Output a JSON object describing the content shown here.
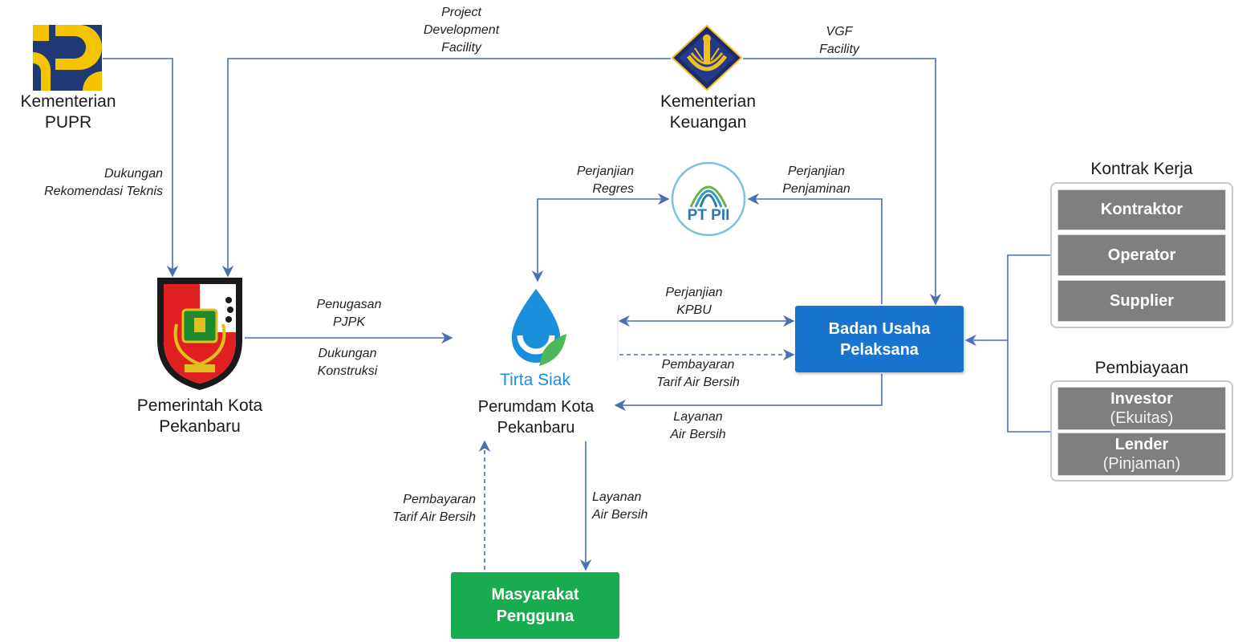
{
  "entities": {
    "pupr": {
      "line1": "Kementerian",
      "line2": "PUPR"
    },
    "keuangan": {
      "line1": "Kementerian",
      "line2": "Keuangan"
    },
    "pemkot": {
      "line1": "Pemerintah Kota",
      "line2": "Pekanbaru"
    },
    "perumdam": {
      "brand": "Tirta Siak",
      "line1": "Perumdam Kota",
      "line2": "Pekanbaru"
    },
    "ptpii": {
      "logo_text": "PT PII"
    },
    "bup": {
      "line1": "Badan Usaha",
      "line2": "Pelaksana"
    },
    "masyarakat": {
      "line1": "Masyarakat",
      "line2": "Pengguna"
    }
  },
  "labels": {
    "pdf": [
      "Project",
      "Development",
      "Facility"
    ],
    "vgf": [
      "VGF",
      "Facility"
    ],
    "dukungan_teknis": [
      "Dukungan",
      "Rekomendasi Teknis"
    ],
    "penugasan": [
      "Penugasan",
      "PJPK"
    ],
    "dukungan_konstruksi": [
      "Dukungan",
      "Konstruksi"
    ],
    "regres": [
      "Perjanjian",
      "Regres"
    ],
    "penjaminan": [
      "Perjanjian",
      "Penjaminan"
    ],
    "kpbu": [
      "Perjanjian",
      "KPBU"
    ],
    "pembayaran_bup": [
      "Pembayaran",
      "Tarif Air Bersih"
    ],
    "layanan_bup": [
      "Layanan",
      "Air Bersih"
    ],
    "pembayaran_masy": [
      "Pembayaran",
      "Tarif Air Bersih"
    ],
    "layanan_masy": [
      "Layanan",
      "Air Bersih"
    ]
  },
  "kontrak_kerja": {
    "title": "Kontrak Kerja",
    "items": [
      "Kontraktor",
      "Operator",
      "Supplier"
    ]
  },
  "pembiayaan": {
    "title": "Pembiayaan",
    "items": [
      {
        "name": "Investor",
        "sub": "(Ekuitas)"
      },
      {
        "name": "Lender",
        "sub": "(Pinjaman)"
      }
    ]
  },
  "colors": {
    "arrow": "#4a6fb5",
    "bup": "#1874cd",
    "masyarakat": "#18ab4f",
    "gray_box": "#7f7f7f",
    "pupr_yellow": "#f5c400",
    "pupr_navy": "#1f3a75"
  }
}
